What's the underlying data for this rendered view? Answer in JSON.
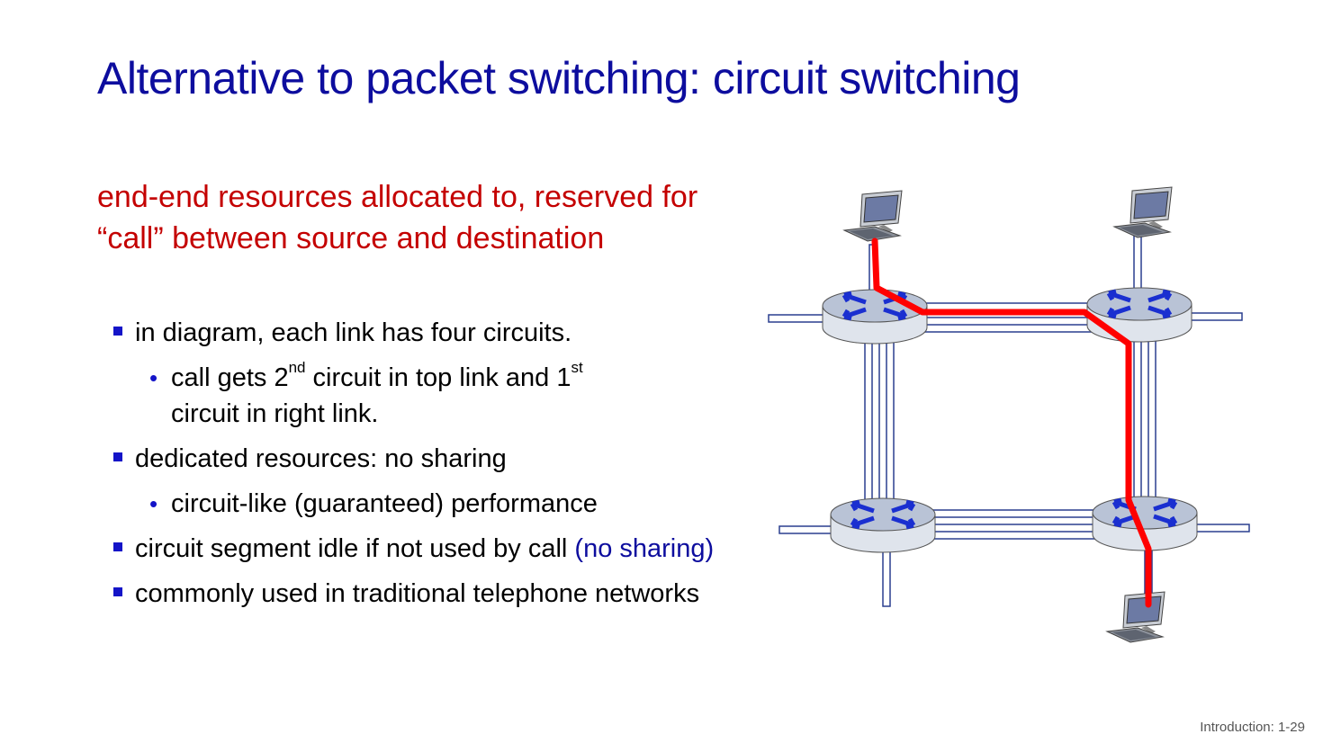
{
  "slide": {
    "title": "Alternative to packet switching: circuit switching",
    "lead": "end-end resources allocated to, reserved for “call” between source and destination",
    "bullets": [
      {
        "text": "in diagram, each link has four circuits.",
        "sub": {
          "part1": "call gets 2",
          "sup1": "nd",
          "part2": " circuit in top link and 1",
          "sup2": "st",
          "part3": " circuit in right link."
        }
      },
      {
        "text": "dedicated resources: no sharing",
        "sub": "circuit-like (guaranteed) performance"
      },
      {
        "text": "circuit segment idle if not used by call ",
        "highlight": "(no sharing)"
      },
      {
        "text": "commonly used in traditional telephone networks"
      }
    ],
    "footer": "Introduction: 1-29"
  },
  "colors": {
    "title": "#0d0d9e",
    "lead": "#c40000",
    "bullet_marker": "#1414c8",
    "link_line": "#2a3f8f",
    "circuit_path": "#ff0000",
    "router_fill": "#dfe4ec",
    "router_top": "#b9c3d6"
  },
  "diagram": {
    "routers": [
      "router-top-left",
      "router-top-right",
      "router-bottom-left",
      "router-bottom-right"
    ],
    "hosts": [
      "host-top-left",
      "host-top-right",
      "host-bottom-right"
    ],
    "circuits_per_link": 4
  }
}
